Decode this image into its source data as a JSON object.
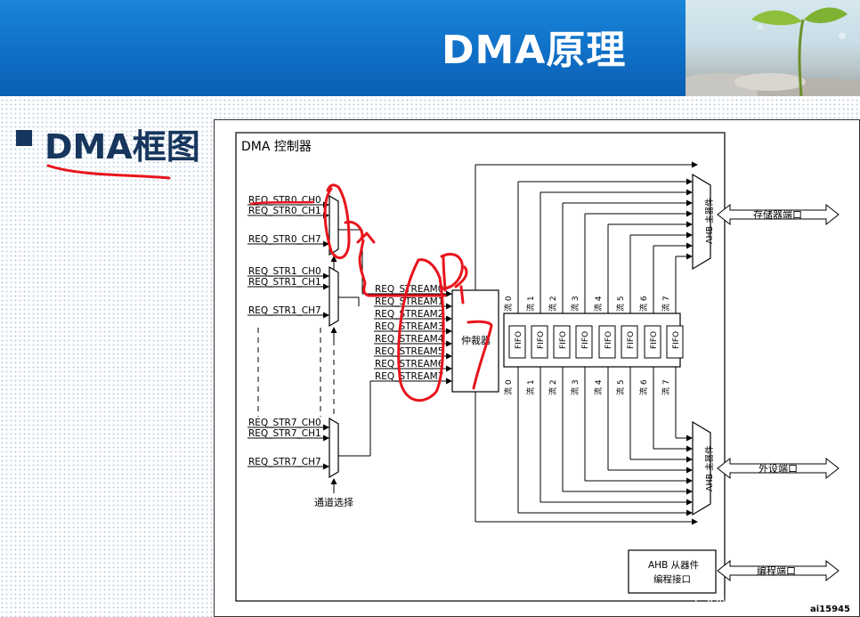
{
  "slide": {
    "title": "DMA原理",
    "section_title": "DMA框图"
  },
  "diagram": {
    "controller_label": "DMA 控制器",
    "request_groups": [
      {
        "inputs": [
          "REQ_STR0_CH0",
          "REQ_STR0_CH1",
          "REQ_STR0_CH7"
        ]
      },
      {
        "inputs": [
          "REQ_STR1_CH0",
          "REQ_STR1_CH1",
          "REQ_STR1_CH7"
        ]
      },
      {
        "inputs": [
          "REQ_STR7_CH0",
          "REQ_STR7_CH1",
          "REQ_STR7_CH7"
        ]
      }
    ],
    "channel_select_label": "通道选择",
    "stream_requests": [
      "REQ_STREAM0",
      "REQ_STREAM1",
      "REQ_STREAM2",
      "REQ_STREAM3",
      "REQ_STREAM4",
      "REQ_STREAM5",
      "REQ_STREAM6",
      "REQ_STREAM7"
    ],
    "arbiter_label": "仲裁器",
    "stream_labels": [
      "流 0",
      "流 1",
      "流 2",
      "流 3",
      "流 4",
      "流 5",
      "流 6",
      "流 7"
    ],
    "fifo_label": "FIFO",
    "ahb_master_label": "AHB 主器件",
    "memory_port_label": "存储器端口",
    "peripheral_port_label": "外设端口",
    "ahb_slave_label_line1": "AHB 从器件",
    "ahb_slave_label_line2": "编程接口",
    "programming_port_label": "编程端口",
    "figure_id": "ai15945"
  },
  "watermark": "CSDN @qq_47661674",
  "annotation_color": "#e8141c"
}
